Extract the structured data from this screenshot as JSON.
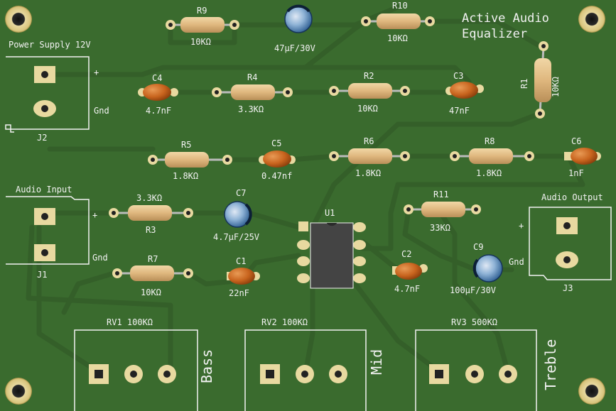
{
  "board": {
    "title_line1": "Active Audio",
    "title_line2": "Equalizer"
  },
  "connectors": {
    "power": {
      "title": "Power Supply 12V",
      "ref": "J2",
      "plus": "+",
      "gnd": "Gnd"
    },
    "input": {
      "title": "Audio Input",
      "ref": "J1",
      "plus": "+",
      "gnd": "Gnd"
    },
    "output": {
      "title": "Audio Output",
      "ref": "J3",
      "plus": "+",
      "gnd": "Gnd"
    }
  },
  "resistors": {
    "R9": {
      "ref": "R9",
      "value": "10KΩ"
    },
    "R10": {
      "ref": "R10",
      "value": "10KΩ"
    },
    "R4": {
      "ref": "R4",
      "value": "3.3KΩ"
    },
    "R2": {
      "ref": "R2",
      "value": "10KΩ"
    },
    "R1": {
      "ref": "R1",
      "value": "10KΩ"
    },
    "R5": {
      "ref": "R5",
      "value": "1.8KΩ"
    },
    "R6": {
      "ref": "R6",
      "value": "1.8KΩ"
    },
    "R8": {
      "ref": "R8",
      "value": "1.8KΩ"
    },
    "R3": {
      "ref": "R3",
      "value": "3.3KΩ"
    },
    "R11": {
      "ref": "R11",
      "value": "33KΩ"
    },
    "R7": {
      "ref": "R7",
      "value": "10KΩ"
    }
  },
  "capacitors": {
    "C8": {
      "value": "47µF/30V"
    },
    "C4": {
      "ref": "C4",
      "value": "4.7nF"
    },
    "C3": {
      "ref": "C3",
      "value": "47nF"
    },
    "C5": {
      "ref": "C5",
      "value": "0.47nf"
    },
    "C6": {
      "ref": "C6",
      "value": "1nF"
    },
    "C7": {
      "ref": "C7",
      "value": "4.7µF/25V"
    },
    "C1": {
      "ref": "C1",
      "value": "22nF"
    },
    "C2": {
      "ref": "C2",
      "value": "4.7nF"
    },
    "C9": {
      "ref": "C9",
      "value": "100µF/30V"
    }
  },
  "ic": {
    "ref": "U1"
  },
  "pots": {
    "RV1": {
      "label": "RV1  100KΩ",
      "name": "Bass"
    },
    "RV2": {
      "label": "RV2  100KΩ",
      "name": "Mid"
    },
    "RV3": {
      "label": "RV3  500KΩ",
      "name": "Treble"
    }
  },
  "colors": {
    "board": "#3a6b2e",
    "trace": "#335f28",
    "pad": "#e8d9a0",
    "silk": "#f2f2f2",
    "resistor_body": "#e2c08a",
    "ceramic_cap": "#c8641e"
  }
}
